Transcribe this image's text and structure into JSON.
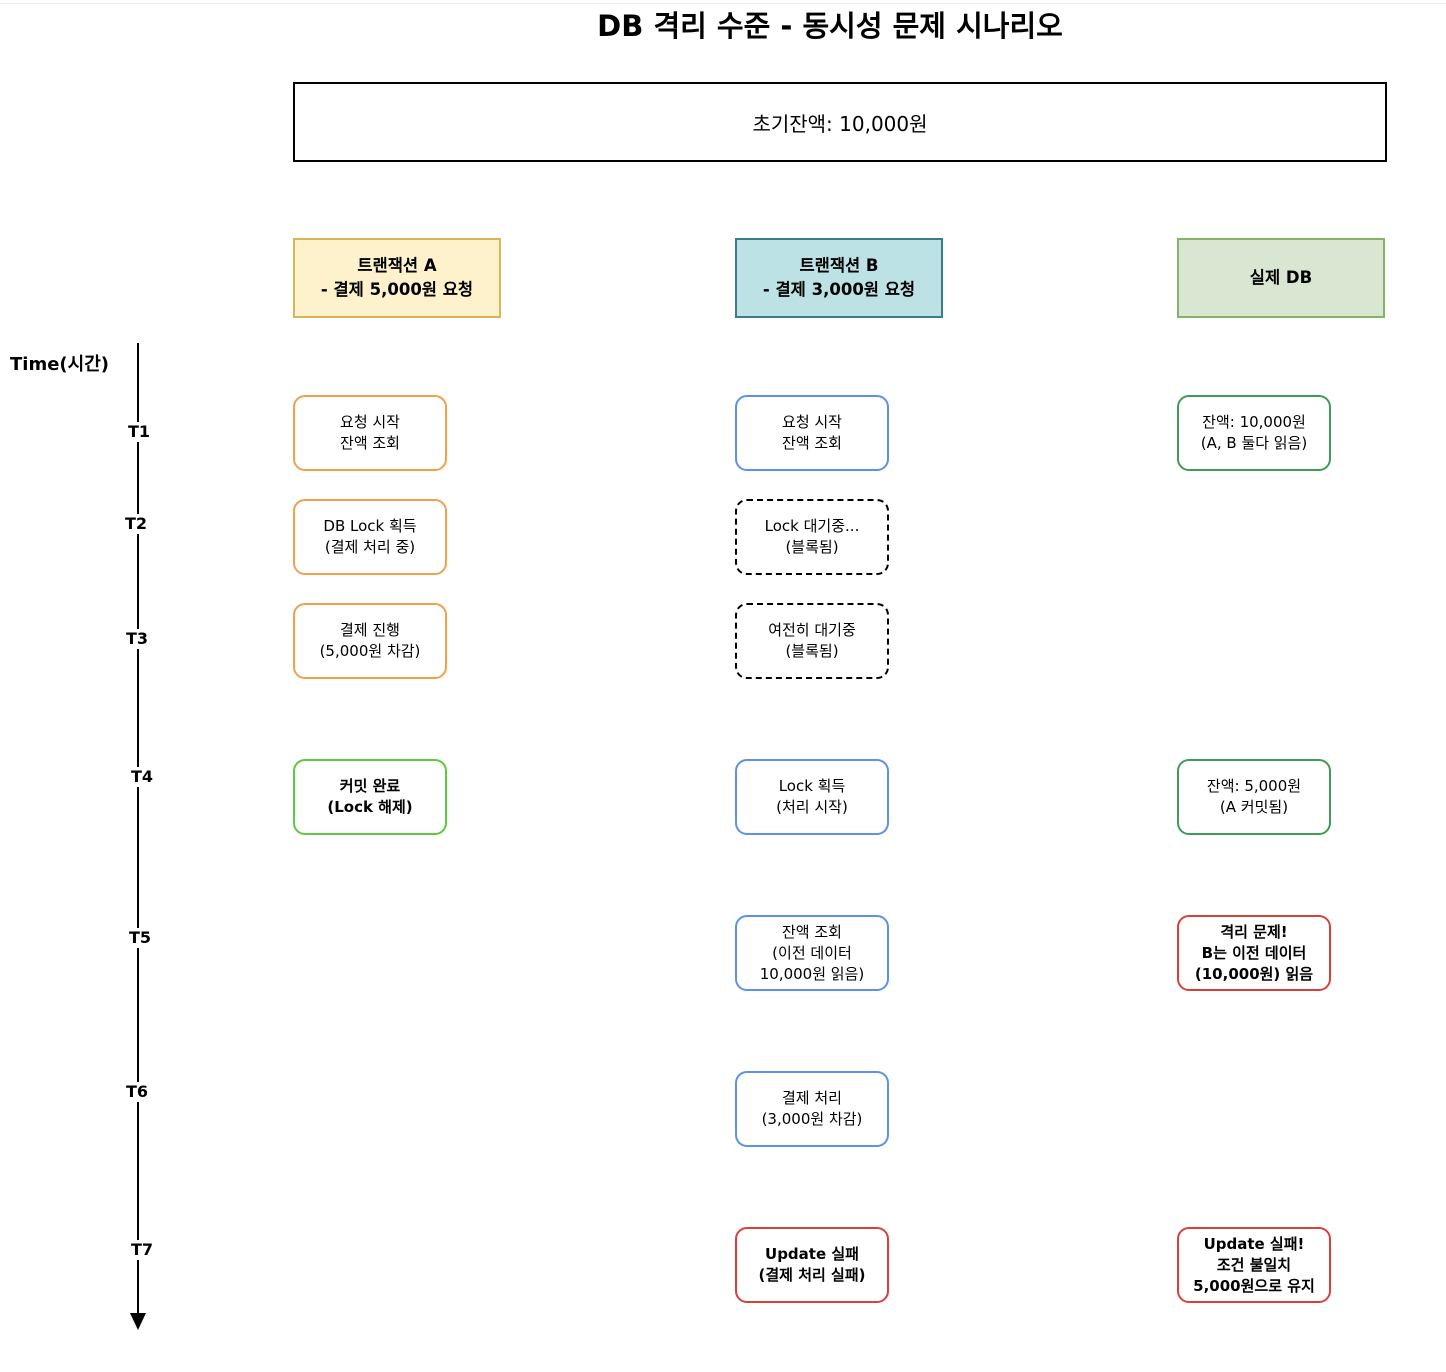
{
  "title": "DB 격리 수준 - 동시성 문제 시나리오",
  "banner": "초기잔액: 10,000원",
  "columns": {
    "a": {
      "label": "트랜잭션 A\n- 결제 5,000원 요청",
      "fill": "#fdf2cc",
      "stroke": "#d6b656"
    },
    "b": {
      "label": "트랜잭션 B\n- 결제 3,000원 요청",
      "fill": "#bde2e5",
      "stroke": "#3c7c88"
    },
    "db": {
      "label": "실제 DB",
      "fill": "#d8e6d2",
      "stroke": "#82b366"
    }
  },
  "timeline": {
    "label": "Time(시간)",
    "ticks": [
      "T1",
      "T2",
      "T3",
      "T4",
      "T5",
      "T6",
      "T7"
    ]
  },
  "colors": {
    "orange": "#f0a14a",
    "blue": "#5b92e5",
    "green_dark": "#3f9b56",
    "green_bright": "#5cc93e",
    "red": "#d9403a"
  },
  "boxes": {
    "a_t1": "요청 시작\n잔액 조회",
    "a_t2": "DB Lock 획득\n(결제 처리 중)",
    "a_t3": "결제 진행\n(5,000원 차감)",
    "a_t4": "커밋 완료\n(Lock 해제)",
    "b_t1": "요청 시작\n잔액 조회",
    "b_t2": "Lock 대기중...\n(블록됨)",
    "b_t3": "여전히 대기중\n(블록됨)",
    "b_t4": "Lock 획득\n(처리 시작)",
    "b_t5": "잔액 조회\n(이전 데이터\n10,000원 읽음)",
    "b_t6": "결제 처리\n(3,000원 차감)",
    "b_t7": "Update 실패\n(결제 처리 실패)",
    "db_t1": "잔액: 10,000원\n(A, B 둘다 읽음)",
    "db_t4": "잔액: 5,000원\n(A 커밋됨)",
    "db_t5": "격리 문제!\nB는 이전 데이터\n(10,000원) 읽음",
    "db_t7": "Update 실패!\n조건 불일치\n5,000원으로 유지"
  }
}
